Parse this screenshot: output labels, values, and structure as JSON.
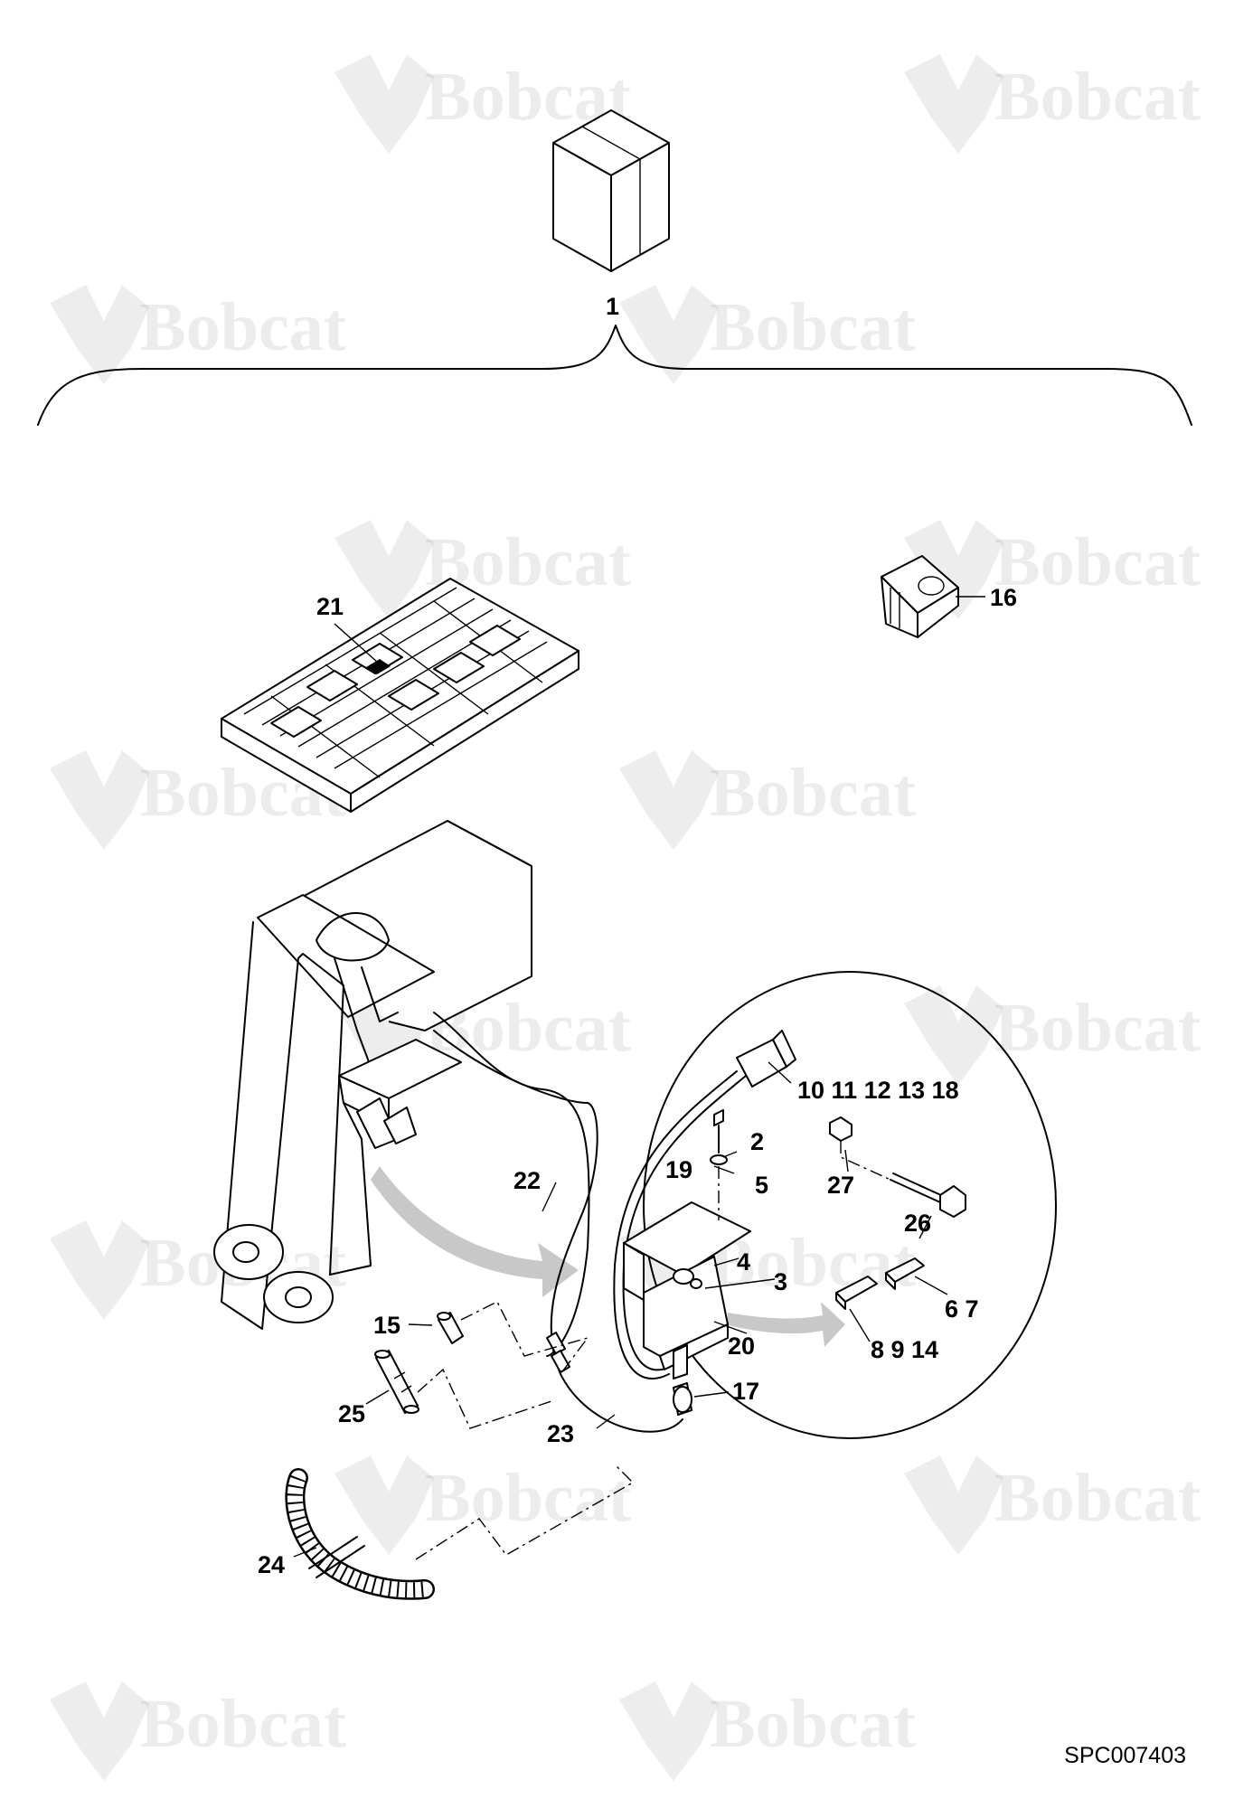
{
  "diagram": {
    "brand_watermark": "Bobcat",
    "figure_code": "SPC007403",
    "callouts": {
      "c1": "1",
      "c2": "2",
      "c3": "3",
      "c4": "4",
      "c5": "5",
      "c6_7": "6 7",
      "c8_9_14": "8 9 14",
      "c10_18": "10 11 12 13 18",
      "c15": "15",
      "c16": "16",
      "c17": "17",
      "c19": "19",
      "c20": "20",
      "c21": "21",
      "c22": "22",
      "c23": "23",
      "c24": "24",
      "c25": "25",
      "c26": "26",
      "c27": "27"
    },
    "colors": {
      "line": "#000000",
      "arrow": "#c8c8c8",
      "watermark": "#000000"
    }
  }
}
